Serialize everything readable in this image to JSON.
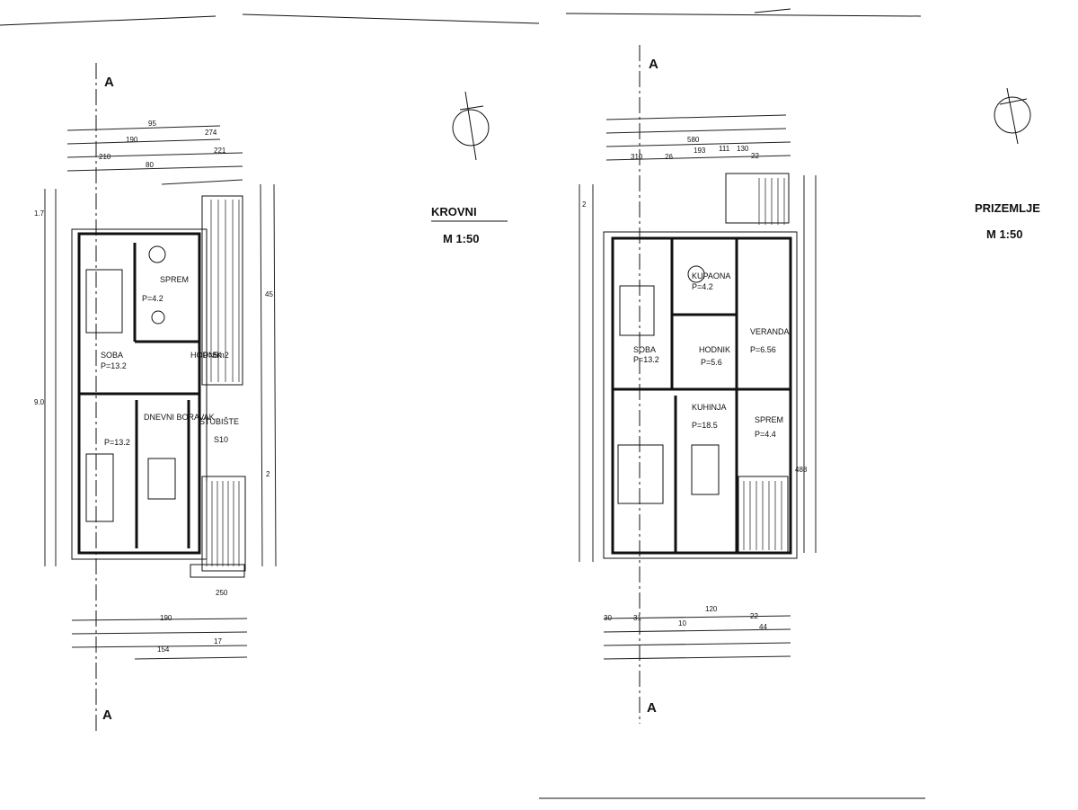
{
  "plans": [
    {
      "title": "KROVNI",
      "scale": "M 1:50",
      "section_mark": "A",
      "rooms": [
        {
          "name": "SPREM",
          "area": "P=4.2"
        },
        {
          "name": "SOBA",
          "area": "P=13.2"
        },
        {
          "name": "HODNIK",
          "area": "P=5m2"
        },
        {
          "name": "DNEVNI BORAVAK",
          "area": "P=13.2"
        },
        {
          "name": "STUBIŠTE",
          "area": "S10"
        }
      ],
      "dims_top": [
        "274",
        "95",
        "190",
        "221",
        "210",
        "80"
      ],
      "dims_bottom": [
        "250",
        "190",
        "154",
        "17"
      ],
      "dims_side": [
        "1.7",
        "9.0",
        "45",
        "2"
      ]
    },
    {
      "title": "PRIZEMLJE",
      "scale": "M 1:50",
      "section_mark": "A",
      "rooms": [
        {
          "name": "KUPAONA",
          "area": "P=4.2"
        },
        {
          "name": "VERANDA",
          "area": "P=6.56"
        },
        {
          "name": "SOBA",
          "area": "P=13.2"
        },
        {
          "name": "HODNIK",
          "area": "P=5.6"
        },
        {
          "name": "KUHINJA",
          "area": "P=18.5"
        },
        {
          "name": "SPREM",
          "area": "P=4.4"
        }
      ],
      "dims_top": [
        "580",
        "310",
        "26",
        "193",
        "111",
        "130",
        "22"
      ],
      "dims_bottom": [
        "30",
        "31",
        "120",
        "22",
        "44",
        "10"
      ],
      "dims_side": [
        "2",
        "488"
      ]
    }
  ]
}
